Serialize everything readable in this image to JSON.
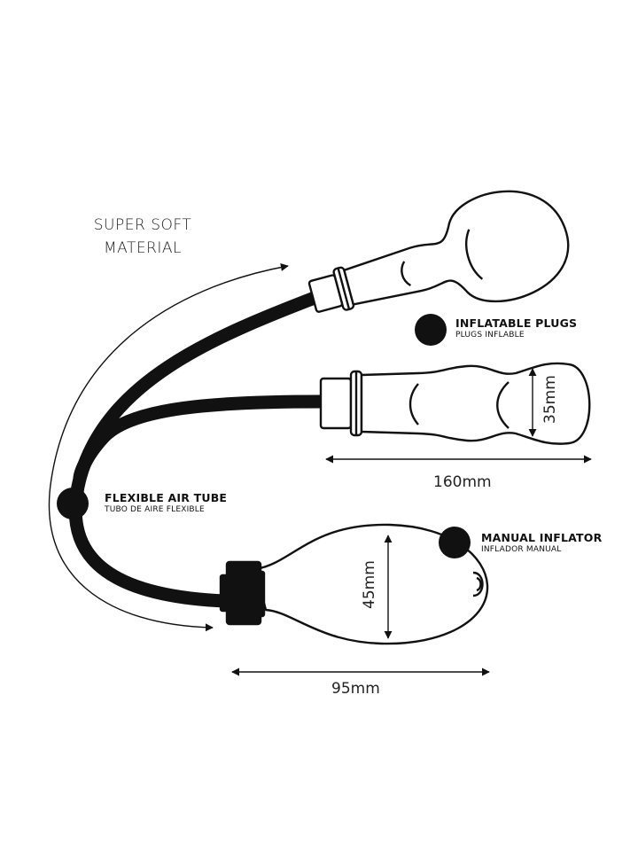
{
  "labels": {
    "super_soft": [
      "SUPER SOFT",
      "MATERIAL"
    ],
    "inflatable_plugs": {
      "title": "INFLATABLE PLUGS",
      "subtitle": "PLUGS INFLABLE"
    },
    "flexible_air_tube": {
      "title": "FLEXIBLE AIR TUBE",
      "subtitle": "TUBO DE AIRE FLEXIBLE"
    },
    "manual_inflator": {
      "title": "MANUAL INFLATOR",
      "subtitle": "INFLADOR MANUAL"
    }
  },
  "dimensions": {
    "plug_length": "160mm",
    "plug_width": "35mm",
    "inflator_length": "95mm",
    "inflator_width": "45mm"
  },
  "colors": {
    "line": "#111111",
    "background": "#ffffff"
  }
}
